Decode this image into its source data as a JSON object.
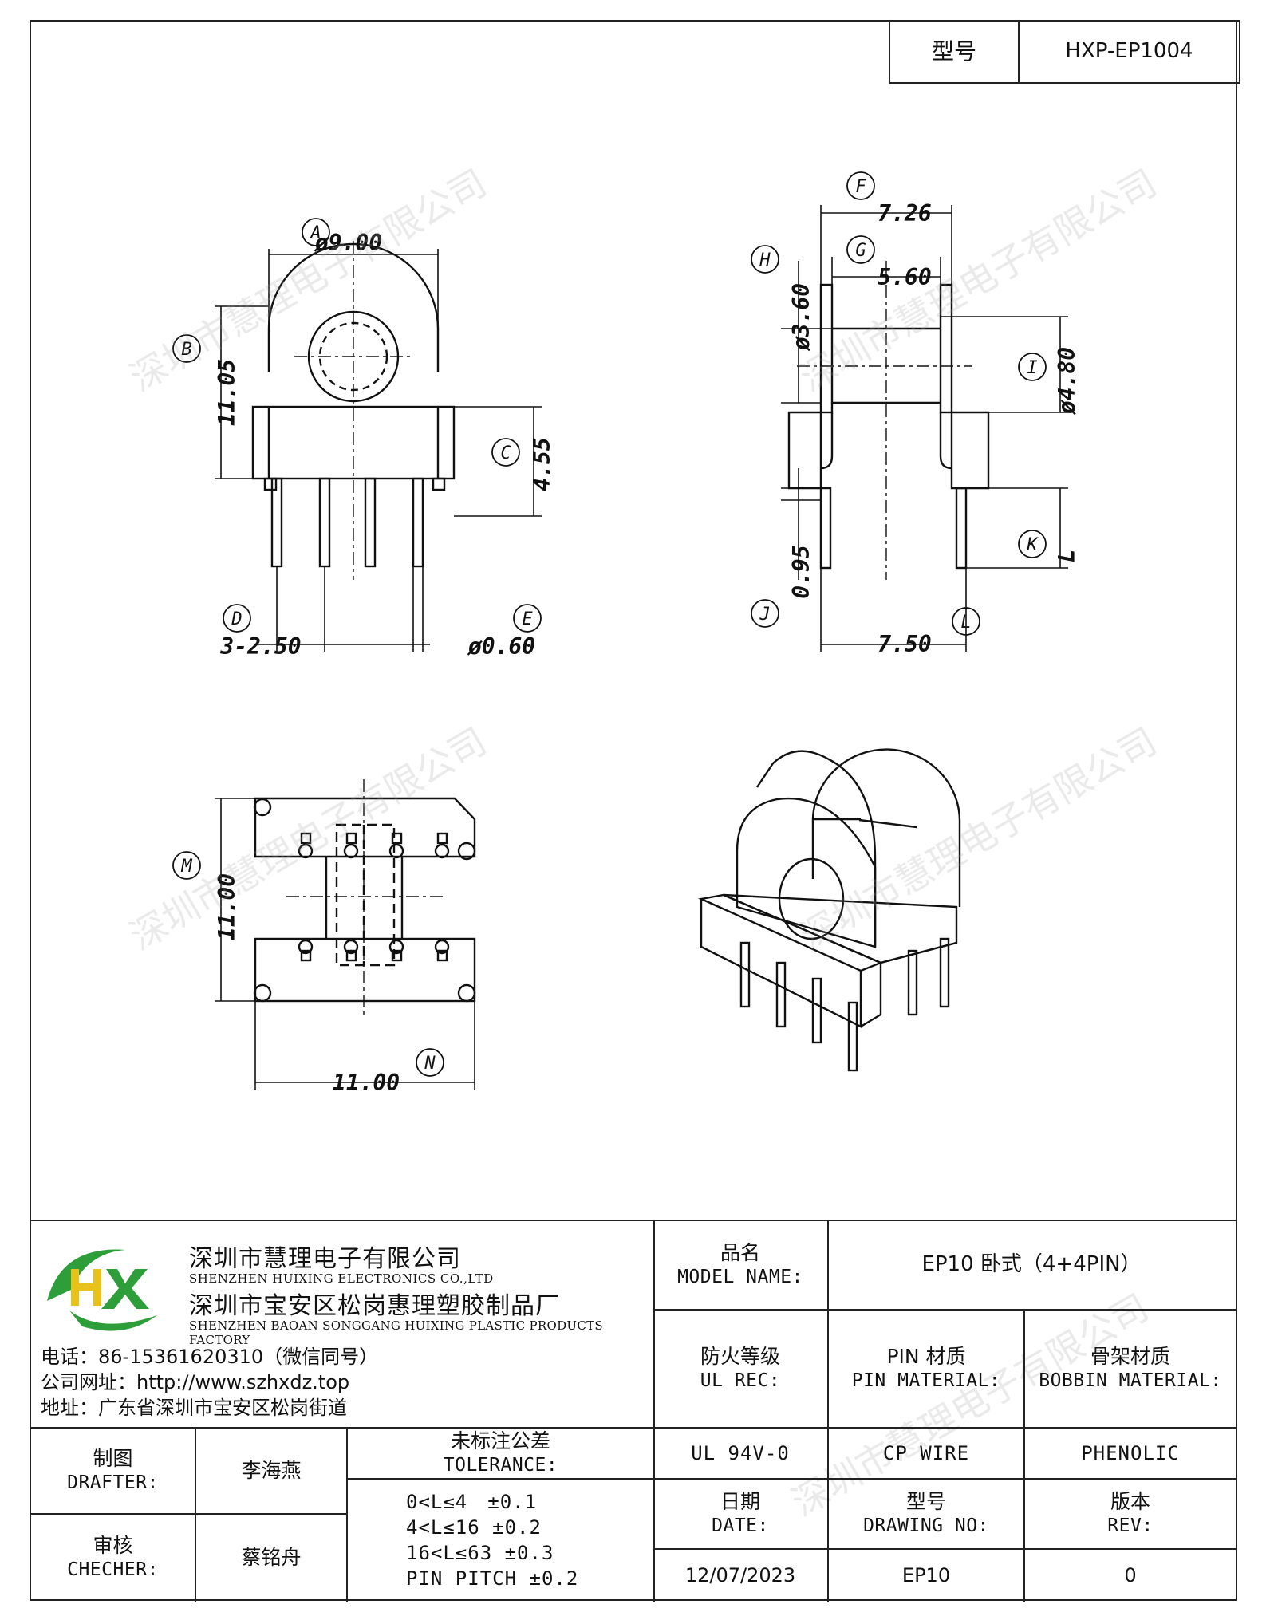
{
  "header": {
    "model_label": "型号",
    "model_value": "HXP-EP1004"
  },
  "drawing": {
    "labels": {
      "A": "A",
      "B": "B",
      "C": "C",
      "D": "D",
      "E": "E",
      "F": "F",
      "G": "G",
      "H": "H",
      "I": "I",
      "J": "J",
      "K": "K",
      "L": "L",
      "M": "M",
      "N": "N"
    },
    "dims": {
      "A": "ø9.00",
      "B": "11.05",
      "C": "4.55",
      "D": "3-2.50",
      "E": "ø0.60",
      "F": "7.26",
      "G": "5.60",
      "H": "ø3.60",
      "I": "ø4.80",
      "J": "0.95",
      "K": "L",
      "L": "7.50",
      "M": "11.00",
      "N": "11.00"
    },
    "watermark": "深圳市慧理电子有限公司"
  },
  "company": {
    "name_cn": "深圳市慧理电子有限公司",
    "name_en": "SHENZHEN HUIXING ELECTRONICS CO.,LTD",
    "factory_cn": "深圳市宝安区松岗惠理塑胶制品厂",
    "factory_en": "SHENZHEN BAOAN SONGGANG HUIXING PLASTIC PRODUCTS FACTORY",
    "phone": "电话：86-15361620310（微信同号）",
    "website": "公司网址：http://www.szhxdz.top",
    "address": "地址：广东省深圳市宝安区松岗街道",
    "logo_letters": "HX",
    "colors": {
      "green": "#2e9e3a",
      "yellow": "#e8c21a",
      "blue": "#1f4fa8"
    }
  },
  "titleblock": {
    "model_name_cn": "品名",
    "model_name_en": "MODEL NAME:",
    "model_name_value": "EP10 卧式（4+4PIN）",
    "ul_cn": "防火等级",
    "ul_en": "UL REC:",
    "pin_cn": "PIN 材质",
    "pin_en": "PIN MATERIAL:",
    "bobbin_cn": "骨架材质",
    "bobbin_en": "BOBBIN MATERIAL:",
    "ul_value": "UL 94V-0",
    "pin_value": "CP WIRE",
    "bobbin_value": "PHENOLIC",
    "date_cn": "日期",
    "date_en": "DATE:",
    "drawing_no_cn": "型号",
    "drawing_no_en": "DRAWING NO:",
    "rev_cn": "版本",
    "rev_en": "REV:",
    "date_value": "12/07/2023",
    "drawing_no_value": "EP10",
    "rev_value": "0",
    "drafter_cn": "制图",
    "drafter_en": "DRAFTER:",
    "drafter_value": "李海燕",
    "checker_cn": "审核",
    "checker_en": "CHECHER:",
    "checker_value": "蔡铭舟",
    "tolerance_cn": "未标注公差",
    "tolerance_en": "TOLERANCE:",
    "tolerances": [
      "0<L≤4　±0.1",
      "4<L≤16 ±0.2",
      "16<L≤63 ±0.3",
      "PIN PITCH ±0.2"
    ]
  }
}
